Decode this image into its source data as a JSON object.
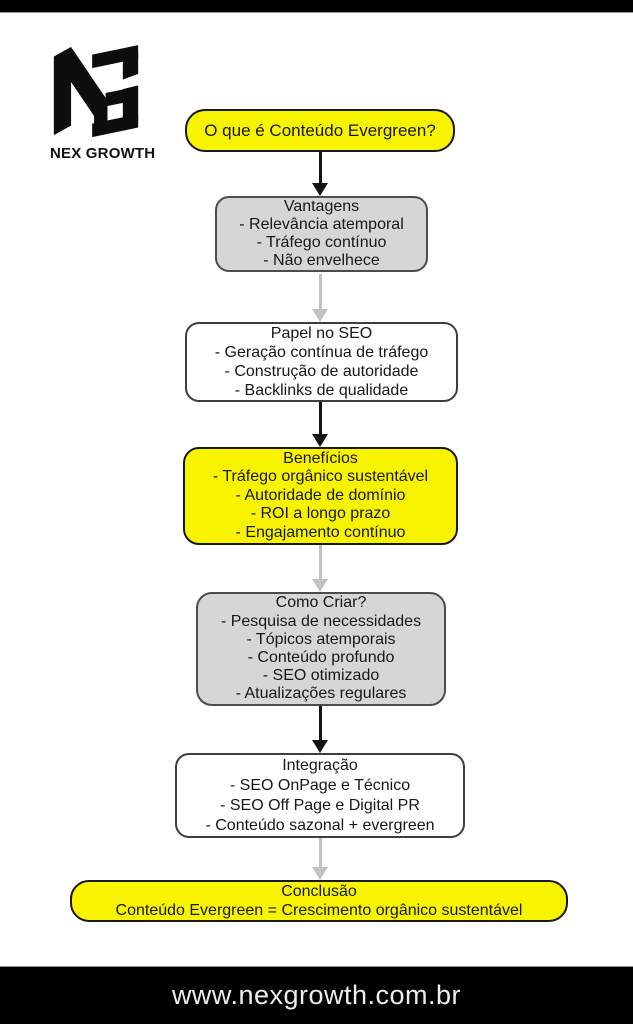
{
  "logo": {
    "monogram": "NG",
    "name": "NEX GROWTH"
  },
  "page": {
    "footer_url": "www.nexgrowth.com.br"
  },
  "colors": {
    "node_yellow": "#f8f400",
    "node_gray": "#d6d6d6",
    "node_white": "#ffffff",
    "arrow_black": "#141414",
    "arrow_gray": "#c2c2c2",
    "bar_black": "#000000"
  },
  "flowchart": {
    "nodes": [
      {
        "id": "intro",
        "style": "yellow",
        "title": "O que é Conteúdo Evergreen?",
        "items": []
      },
      {
        "id": "vantagens",
        "style": "gray",
        "title": "Vantagens",
        "items": [
          "- Relevância atemporal",
          "- Tráfego contínuo",
          "- Não envelhece"
        ]
      },
      {
        "id": "papel",
        "style": "white",
        "title": "Papel no SEO",
        "items": [
          "- Geração contínua de tráfego",
          "- Construção de autoridade",
          "- Backlinks de qualidade"
        ]
      },
      {
        "id": "beneficios",
        "style": "yellow",
        "title": "Benefícios",
        "items": [
          "- Tráfego orgânico sustentável",
          "- Autoridade de domínio",
          "- ROI a longo prazo",
          "- Engajamento contínuo"
        ]
      },
      {
        "id": "como-criar",
        "style": "gray",
        "title": "Como Criar?",
        "items": [
          "- Pesquisa de necessidades",
          "- Tópicos atemporais",
          "- Conteúdo profundo",
          "- SEO otimizado",
          "- Atualizações regulares"
        ]
      },
      {
        "id": "integracao",
        "style": "white",
        "title": "Integração",
        "items": [
          "- SEO OnPage e Técnico",
          "- SEO Off Page e Digital PR",
          "- Conteúdo sazonal + evergreen"
        ]
      },
      {
        "id": "conclusao",
        "style": "yellow",
        "title": "Conclusão",
        "items": [
          "Conteúdo Evergreen = Crescimento orgânico sustentável"
        ]
      }
    ],
    "connectors": [
      {
        "from": "intro",
        "to": "vantagens",
        "color": "black"
      },
      {
        "from": "vantagens",
        "to": "papel",
        "color": "gray"
      },
      {
        "from": "papel",
        "to": "beneficios",
        "color": "black"
      },
      {
        "from": "beneficios",
        "to": "como-criar",
        "color": "gray"
      },
      {
        "from": "como-criar",
        "to": "integracao",
        "color": "black"
      },
      {
        "from": "integracao",
        "to": "conclusao",
        "color": "gray"
      }
    ]
  }
}
